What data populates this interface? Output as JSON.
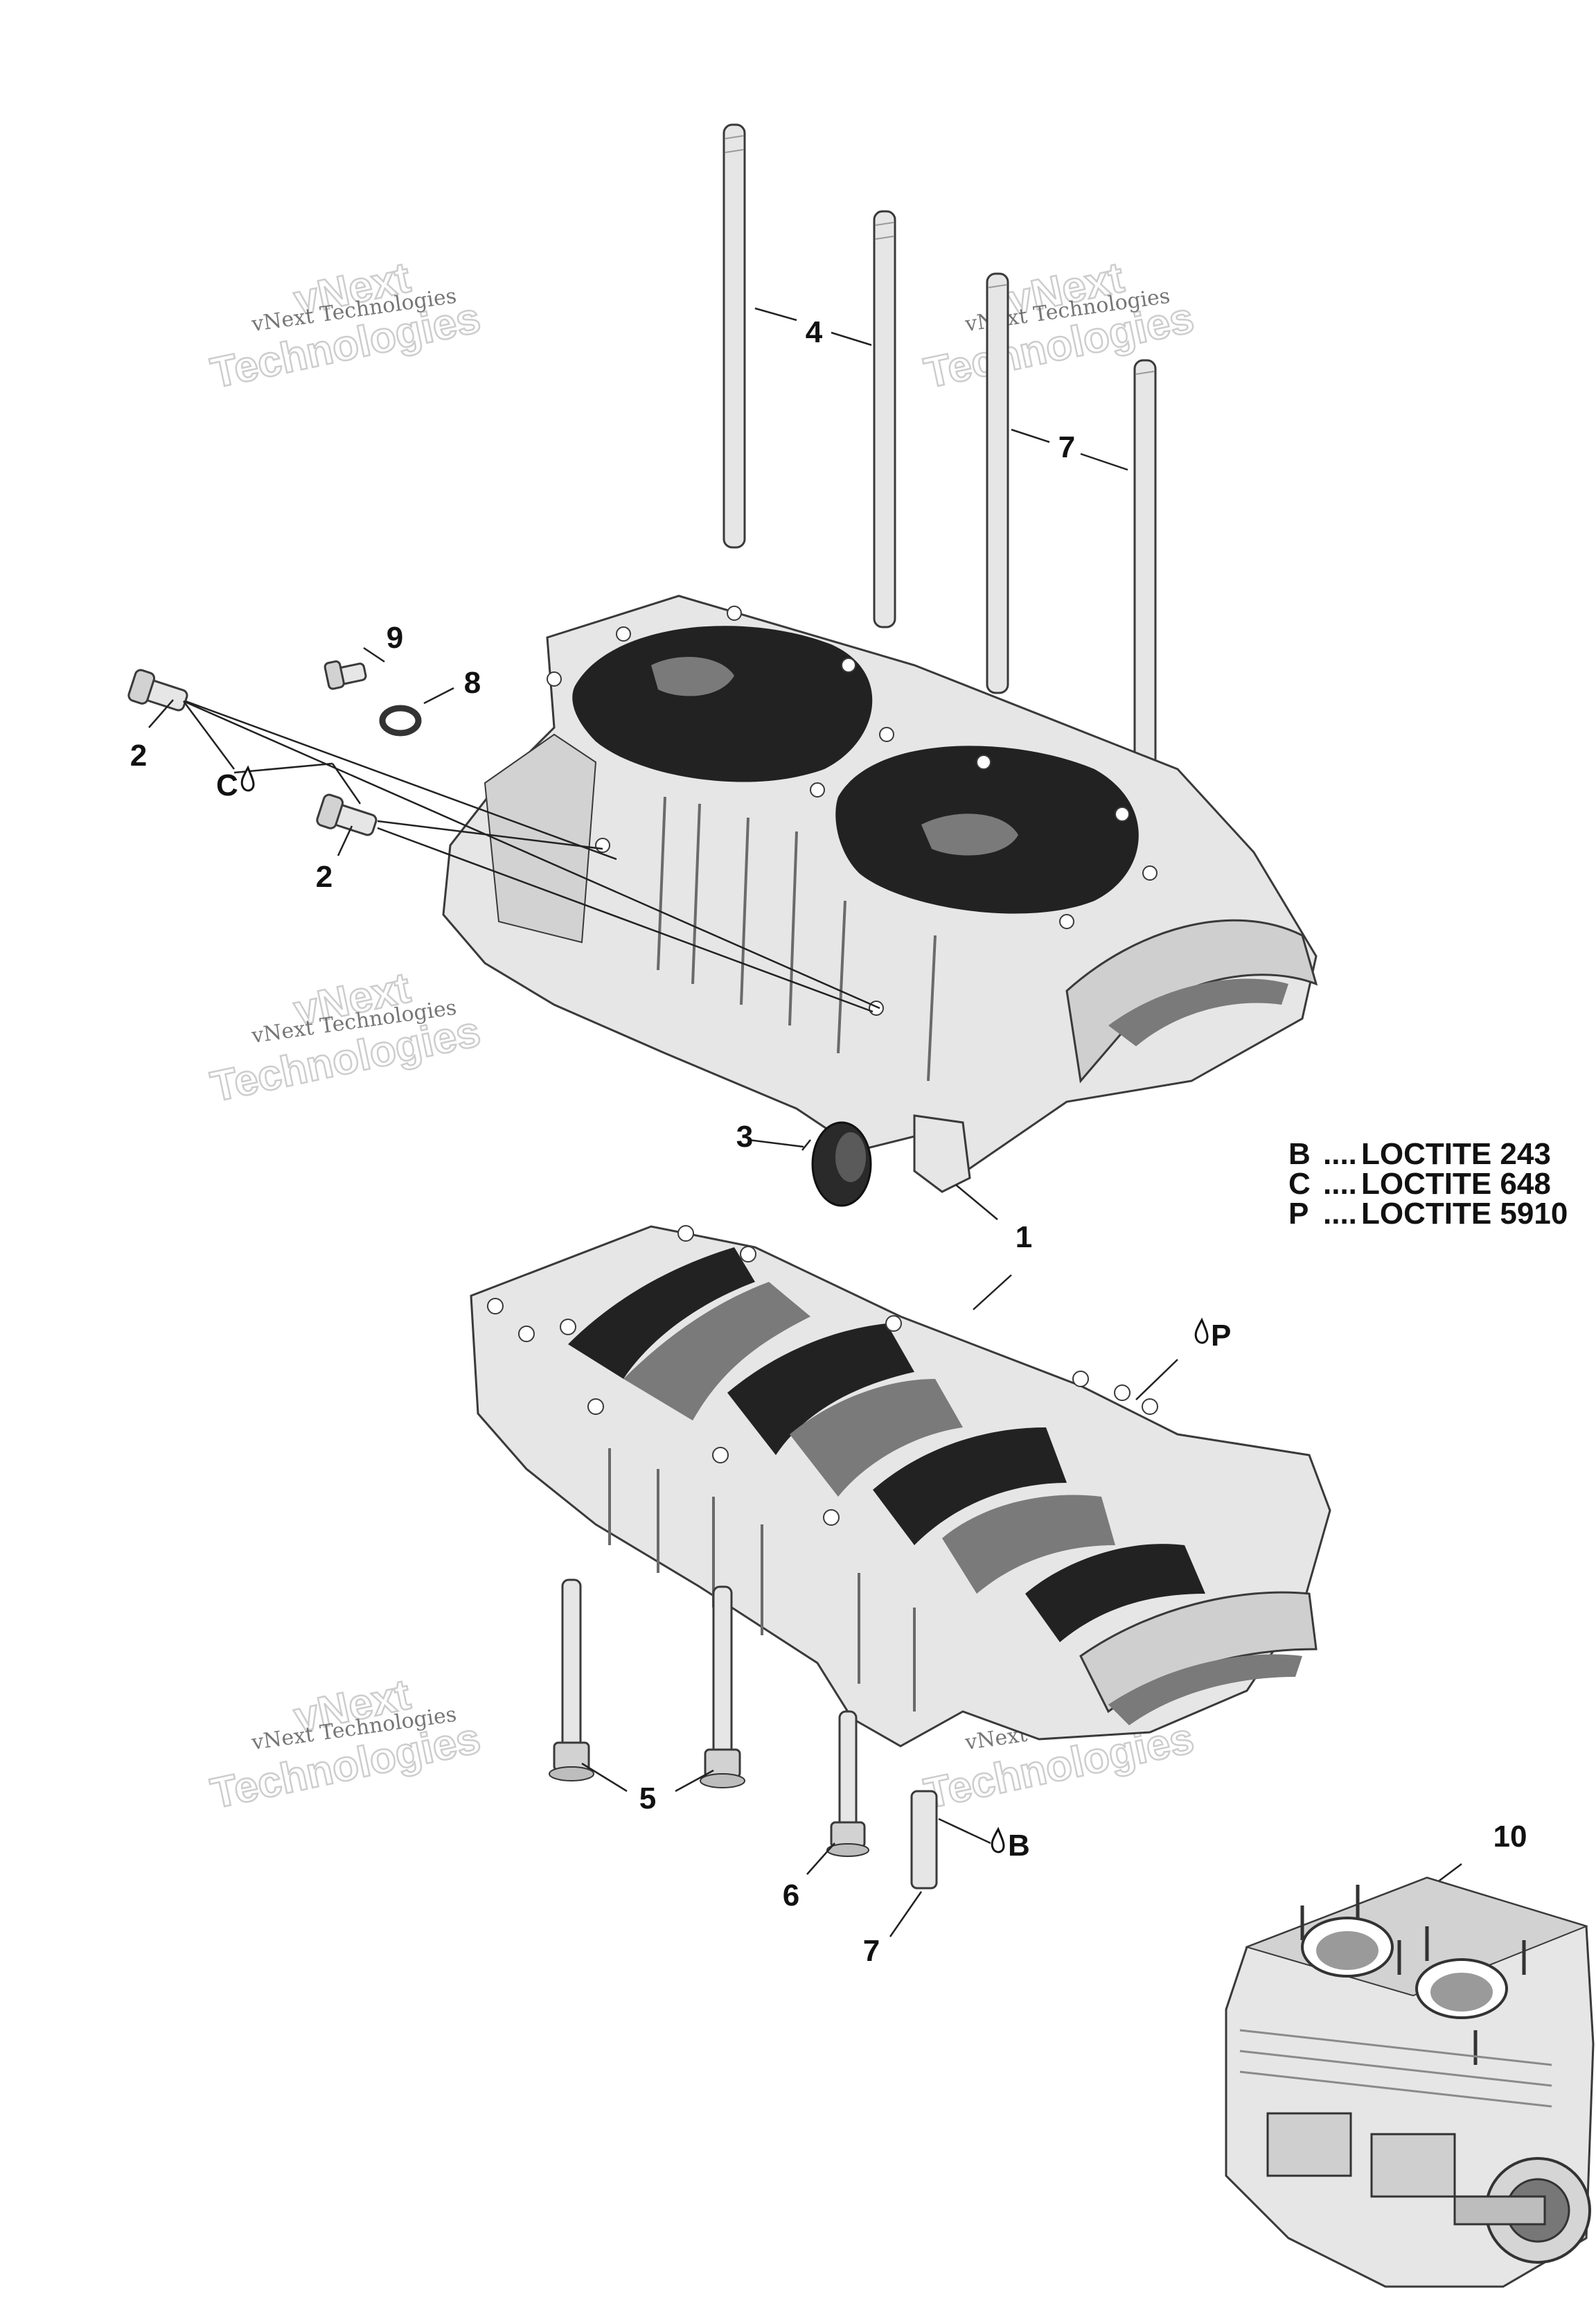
{
  "diagram": {
    "callouts": [
      {
        "id": "c1",
        "label": "1"
      },
      {
        "id": "c2a",
        "label": "2"
      },
      {
        "id": "c2b",
        "label": "2"
      },
      {
        "id": "c3",
        "label": "3"
      },
      {
        "id": "c4",
        "label": "4"
      },
      {
        "id": "c5",
        "label": "5"
      },
      {
        "id": "c6",
        "label": "6"
      },
      {
        "id": "c7a",
        "label": "7"
      },
      {
        "id": "c7b",
        "label": "7"
      },
      {
        "id": "c8",
        "label": "8"
      },
      {
        "id": "c9",
        "label": "9"
      },
      {
        "id": "c10",
        "label": "10"
      }
    ],
    "adhesive_marks": {
      "c": "C",
      "p": "P",
      "b": "B"
    },
    "legend": [
      {
        "code": "B",
        "dots": "....",
        "product": "LOCTITE 243"
      },
      {
        "code": "C",
        "dots": "....",
        "product": "LOCTITE 648"
      },
      {
        "code": "P",
        "dots": "....",
        "product": "LOCTITE 5910"
      }
    ],
    "watermark": {
      "line1": "vNext",
      "line2": "Technologies",
      "small": "vNext Technologies"
    }
  }
}
